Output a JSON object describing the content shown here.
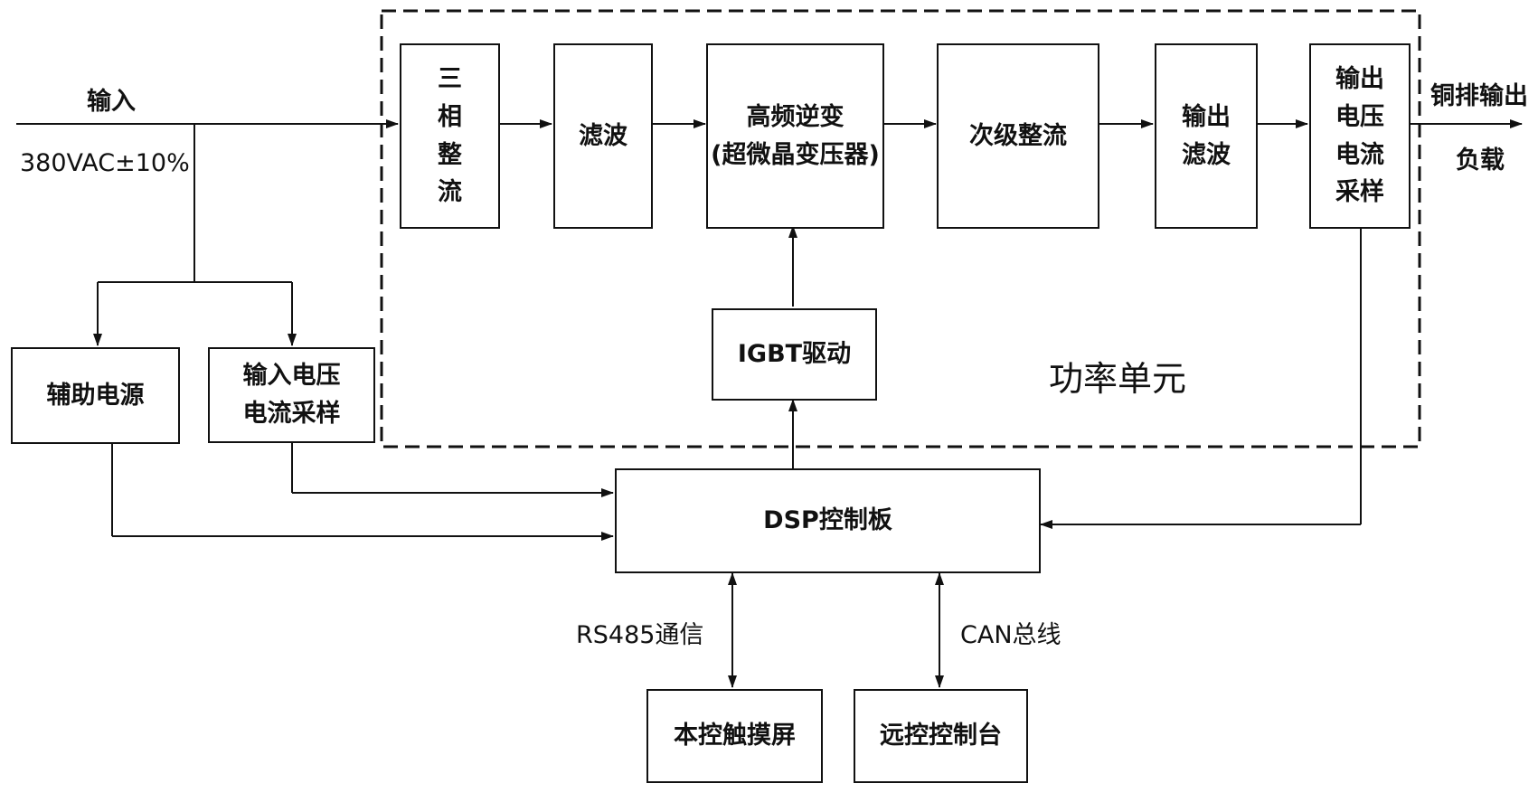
{
  "input": {
    "label": "输入",
    "voltage": "380VAC±10%"
  },
  "output": {
    "line1": "铜排输出",
    "line2": "负载"
  },
  "power_unit": {
    "label": "功率单元"
  },
  "blocks": {
    "rectifier": [
      "三",
      "相",
      "整",
      "流"
    ],
    "filter": "滤波",
    "inverter": {
      "line1": "高频逆变",
      "line2": "(超微晶变压器)"
    },
    "secondary_rectifier": "次级整流",
    "output_filter": [
      "输出",
      "滤波"
    ],
    "output_sampling": [
      "输出",
      "电压",
      "电流",
      "采样"
    ],
    "igbt_driver": "IGBT驱动",
    "aux_power": "辅助电源",
    "input_sampling": [
      "输入电压",
      "电流采样"
    ],
    "dsp": "DSP控制板",
    "touchscreen": "本控触摸屏",
    "remote_console": "远控控制台"
  },
  "links": {
    "rs485": "RS485通信",
    "can": "CAN总线"
  }
}
